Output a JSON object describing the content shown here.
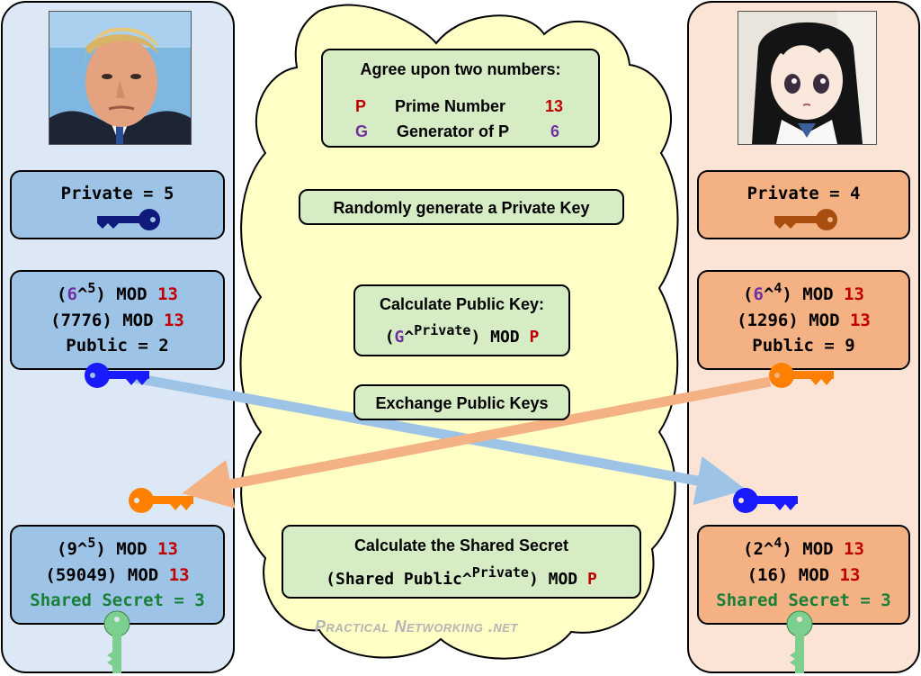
{
  "colors": {
    "cloud_fill": "#ffffc6",
    "left_panel_bg": "#dce8f5",
    "right_panel_bg": "#fbe3d6",
    "blue_box": "#9dc3e6",
    "orange_box": "#f4b183",
    "green_box": "#d6ecc4",
    "red_value": "#c00000",
    "purple_value": "#7030a0",
    "green_text": "#188038",
    "blue_key": "#1a1aff",
    "orange_key": "#ff8000",
    "green_key": "#7ccf8f"
  },
  "left": {
    "avatar": "man-portrait",
    "private": {
      "text": "Private = 5",
      "icon": "dark-blue-key-icon"
    },
    "public": {
      "line1": {
        "open": "(",
        "g": "6",
        "caret": "^",
        "exp": "5",
        "close": ") MOD ",
        "p": "13"
      },
      "line2": {
        "text": "(7776) MOD ",
        "p": "13"
      },
      "line3": "Public = 2",
      "icon": "blue-key-icon"
    },
    "received_key_icon": "orange-key-icon",
    "shared": {
      "line1": {
        "open": "(9^",
        "exp": "5",
        "close": ") MOD ",
        "p": "13"
      },
      "line2": {
        "text": "(59049) MOD ",
        "p": "13"
      },
      "line3": "Shared Secret = 3",
      "icon": "green-key-icon"
    }
  },
  "right": {
    "avatar": "anime-girl-portrait",
    "private": {
      "text": "Private = 4",
      "icon": "dark-orange-key-icon"
    },
    "public": {
      "line1": {
        "open": "(",
        "g": "6",
        "caret": "^",
        "exp": "4",
        "close": ") MOD ",
        "p": "13"
      },
      "line2": {
        "text": "(1296) MOD ",
        "p": "13"
      },
      "line3": "Public = 9",
      "icon": "orange-key-icon"
    },
    "received_key_icon": "blue-key-icon",
    "shared": {
      "line1": {
        "open": "(2^",
        "exp": "4",
        "close": ") MOD ",
        "p": "13"
      },
      "line2": {
        "text": "(16) MOD ",
        "p": "13"
      },
      "line3": "Shared Secret = 3",
      "icon": "green-key-icon"
    }
  },
  "middle": {
    "agree": {
      "title": "Agree upon two numbers:",
      "rows": [
        {
          "symbol": "P",
          "label": "Prime Number",
          "value": "13"
        },
        {
          "symbol": "G",
          "label": "Generator of P",
          "value": "6"
        }
      ]
    },
    "step_private": "Randomly generate a Private Key",
    "step_public": {
      "title": "Calculate Public Key:",
      "open": "(",
      "g": "G",
      "caret": "^",
      "exp": "Private",
      "close": ") MOD ",
      "p": "P"
    },
    "step_exchange": "Exchange Public Keys",
    "step_shared": {
      "title": "Calculate the Shared Secret",
      "open": "(Shared Public^",
      "exp": "Private",
      "close": ") MOD ",
      "p": "P"
    }
  },
  "watermark": "Practical Networking .net"
}
